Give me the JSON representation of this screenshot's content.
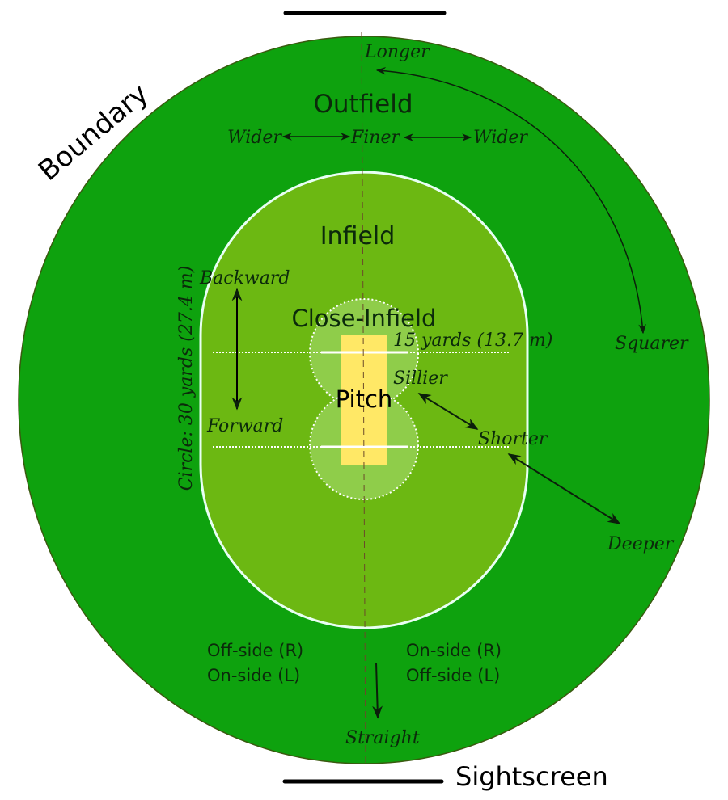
{
  "title": "Cricket field regions and fielding directions",
  "colors": {
    "outfield": "#0ea20e",
    "infield": "#6cb812",
    "close_infield": "#8fcd4a",
    "pitch": "#ffe866",
    "boundary_stroke": "#3a5a10",
    "infield_line": "#e8fff4",
    "text_dark": "#0b2a0b",
    "black": "#000000"
  },
  "labels": {
    "boundary": "Boundary",
    "sightscreen": "Sightscreen",
    "outfield": "Outfield",
    "infield": "Infield",
    "close_infield": "Close-Infield",
    "pitch": "Pitch",
    "circle": "Circle: 30 yards (27.4 m)",
    "fifteen_yards": "15 yards (13.7 m)"
  },
  "directions": {
    "longer": "Longer",
    "squarer": "Squarer",
    "wider_left": "Wider",
    "finer": "Finer",
    "wider_right": "Wider",
    "backward": "Backward",
    "forward": "Forward",
    "sillier": "Sillier",
    "shorter": "Shorter",
    "deeper": "Deeper",
    "straight": "Straight"
  },
  "sides": {
    "left_line1": "Off-side (R)",
    "left_line2": "On-side (L)",
    "right_line1": "On-side (R)",
    "right_line2": "Off-side (L)"
  }
}
